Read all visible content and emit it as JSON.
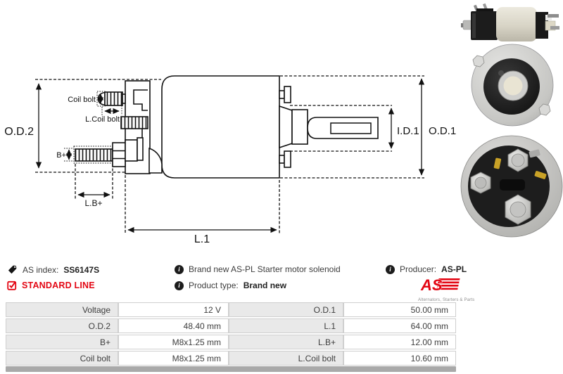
{
  "info": {
    "as_index_label": "AS index:",
    "as_index_value": "SS6147S",
    "standard_line_label": "STANDARD LINE",
    "description": "Brand new AS-PL Starter motor solenoid",
    "product_type_label": "Product type:",
    "product_type_value": "Brand new",
    "producer_label": "Producer:",
    "producer_value": "AS-PL",
    "info_icon_glyph": "i",
    "logo": {
      "text": "AS",
      "tagline": "Alternators, Starters & Parts"
    }
  },
  "diagram_labels": {
    "od2": "O.D.2",
    "coil_bolt": "Coil bolt",
    "l_coil_bolt": "L.Coil bolt",
    "b_plus": "B+",
    "l_b_plus": "L.B+",
    "l1": "L.1",
    "id1": "I.D.1",
    "od1": "O.D.1"
  },
  "colors": {
    "accent_red": "#e30613",
    "table_label_bg": "#e9e9e9",
    "table_border": "#cfcfcf",
    "line_color": "#111111"
  },
  "table": {
    "rows": [
      {
        "label1": "Voltage",
        "value1": "12 V",
        "label2": "O.D.1",
        "value2": "50.00 mm"
      },
      {
        "label1": "O.D.2",
        "value1": "48.40 mm",
        "label2": "L.1",
        "value2": "64.00 mm"
      },
      {
        "label1": "B+",
        "value1": "M8x1.25 mm",
        "label2": "L.B+",
        "value2": "12.00 mm"
      },
      {
        "label1": "Coil bolt",
        "value1": "M8x1.25 mm",
        "label2": "L.Coil bolt",
        "value2": "10.60 mm"
      }
    ]
  }
}
